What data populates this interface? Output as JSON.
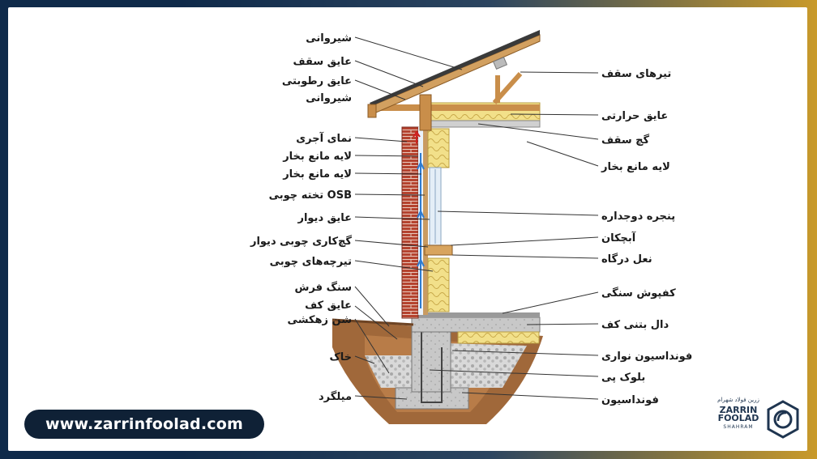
{
  "labels_left": [
    {
      "id": "roofing",
      "text": "شیروانی"
    },
    {
      "id": "roof-insulation",
      "text": "عایق سقف"
    },
    {
      "id": "roof-moisture-1",
      "text": "عایق رطوبتی"
    },
    {
      "id": "roof-moisture-2",
      "text": "شیروانی"
    },
    {
      "id": "brick-facade",
      "text": "نمای آجری"
    },
    {
      "id": "vapor-barrier-1",
      "text": "لایه مانع بخار"
    },
    {
      "id": "vapor-barrier-2",
      "text": "لایه مانع بخار"
    },
    {
      "id": "osb-board",
      "text": "تخته چوبی OSB"
    },
    {
      "id": "wall-insulation",
      "text": "عایق دیوار"
    },
    {
      "id": "wood-drywall",
      "text": "گچ‌کاری چوبی دیوار"
    },
    {
      "id": "wood-studs",
      "text": "تیرچه‌های چوبی"
    },
    {
      "id": "floor-stone",
      "text": "سنگ فرش"
    },
    {
      "id": "floor-insulation",
      "text": "عایق کف"
    },
    {
      "id": "gravel",
      "text": "شن زهکشی"
    },
    {
      "id": "soil",
      "text": "خاک"
    },
    {
      "id": "rebar",
      "text": "میلگرد"
    }
  ],
  "labels_right": [
    {
      "id": "roof-rafters",
      "text": "تیرهای سقف"
    },
    {
      "id": "thermal-insulation",
      "text": "عایق حرارتی"
    },
    {
      "id": "ceiling-plaster",
      "text": "گچ سقف"
    },
    {
      "id": "vapor-barrier-3",
      "text": "لایه مانع بخار"
    },
    {
      "id": "double-window",
      "text": "پنجره دوجداره"
    },
    {
      "id": "drip-edge",
      "text": "آبچکان"
    },
    {
      "id": "door-sill",
      "text": "نعل درگاه"
    },
    {
      "id": "stone-flooring",
      "text": "کفپوش سنگی"
    },
    {
      "id": "concrete-slab",
      "text": "دال بتنی کف"
    },
    {
      "id": "strip-foundation",
      "text": "فونداسیون نواری"
    },
    {
      "id": "footing-block",
      "text": "بلوک پی"
    },
    {
      "id": "foundation",
      "text": "فونداسیون"
    }
  ],
  "website": "www.zarrinfoolad.com",
  "brand": {
    "line1": "ZARRIN",
    "line2": "FOOLAD",
    "sub": "SHAHRAM",
    "fa": "زرین فولاد شهرام"
  },
  "colors": {
    "accent": "#0f2136",
    "gold": "#c99a2a",
    "brick": "#b5432f",
    "insulation": "#f2e08a",
    "soil": "#a0683a"
  }
}
